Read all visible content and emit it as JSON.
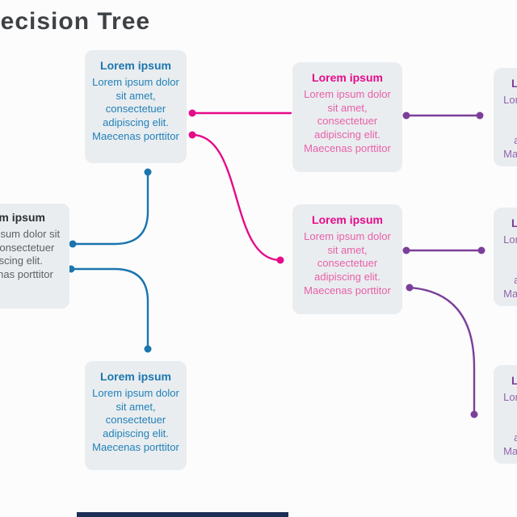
{
  "title": "Decision Tree",
  "colors": {
    "background": "#fcfcfd",
    "title_color": "#3f4245",
    "box_bg": "#e9edf0",
    "blue": "#1b75ae",
    "blue_body": "#2280b7",
    "pink": "#e60b8a",
    "pink_body": "#e95fa7",
    "purple": "#7c3f99",
    "purple_body": "#9264ad",
    "dark": "#2f2f31",
    "dark_body": "#5d6165",
    "footer_bar": "#1e2f55"
  },
  "nodes": [
    {
      "id": "root",
      "title": "Lorem ipsum",
      "body": "Lorem ipsum dolor sit amet, consectetuer adipiscing elit. Maecenas porttitor"
    },
    {
      "id": "top-center",
      "title": "Lorem ipsum",
      "body": "Lorem ipsum dolor sit amet, consectetuer adipiscing elit. Maecenas porttitor"
    },
    {
      "id": "bottom-center",
      "title": "Lorem ipsum",
      "body": "Lorem ipsum dolor sit amet, consectetuer adipiscing elit. Maecenas porttitor"
    },
    {
      "id": "pink-top",
      "title": "Lorem ipsum",
      "body": "Lorem ipsum dolor sit amet, consectetuer adipiscing elit. Maecenas porttitor"
    },
    {
      "id": "pink-mid",
      "title": "Lorem ipsum",
      "body": "Lorem ipsum dolor sit amet, consectetuer adipiscing elit. Maecenas porttitor"
    },
    {
      "id": "purple-top",
      "title": "Lorem ipsum",
      "body": "Lorem ipsum dolor sit amet, consectetuer adipiscing elit. Maecenas porttitor"
    },
    {
      "id": "purple-mid",
      "title": "Lorem ipsum",
      "body": "Lorem ipsum dolor sit amet, consectetuer adipiscing elit. Maecenas porttitor"
    },
    {
      "id": "purple-bottom",
      "title": "Lorem ipsum",
      "body": "Lorem ipsum dolor sit amet, consectetuer adipiscing elit. Maecenas porttitor"
    }
  ]
}
